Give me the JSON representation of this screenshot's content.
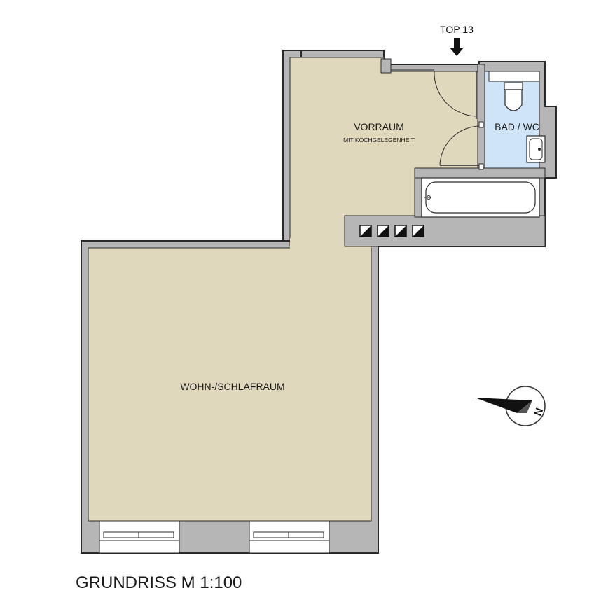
{
  "title": "GRUNDRISS M 1:100",
  "entry_label": "TOP 13",
  "rooms": {
    "vorraum": {
      "name": "VORRAUM",
      "subtitle": "MIT KOCHGELEGENHEIT"
    },
    "bad": {
      "name": "BAD / WC"
    },
    "wohn": {
      "name": "WOHN-/SCHLAFRAUM"
    }
  },
  "compass": {
    "north_letter": "N"
  },
  "colors": {
    "wall": "#b6b6b6",
    "wall_edge": "#2a2a2a",
    "room_floor": "#e0d8bc",
    "bath_floor": "#cfe4f6"
  }
}
